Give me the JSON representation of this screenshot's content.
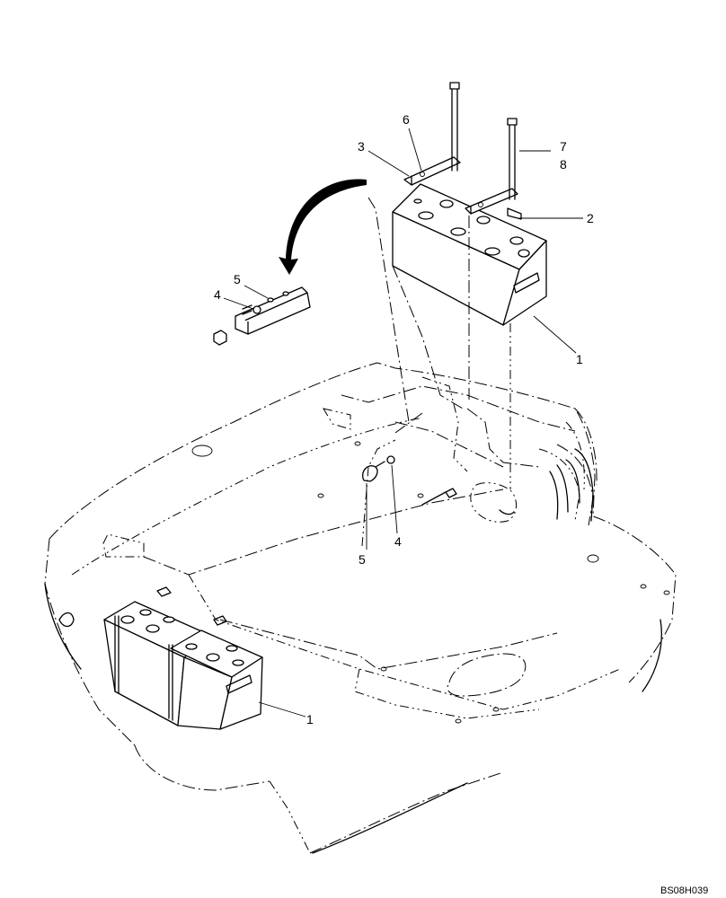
{
  "callouts": {
    "c6": "6",
    "c3": "3",
    "c7": "7",
    "c8": "8",
    "c2": "2",
    "c5_top": "5",
    "c4_top": "4",
    "c1_top": "1",
    "c5_mid": "5",
    "c4_mid": "4",
    "c1_bottom": "1"
  },
  "reference_code": "BS08H039"
}
